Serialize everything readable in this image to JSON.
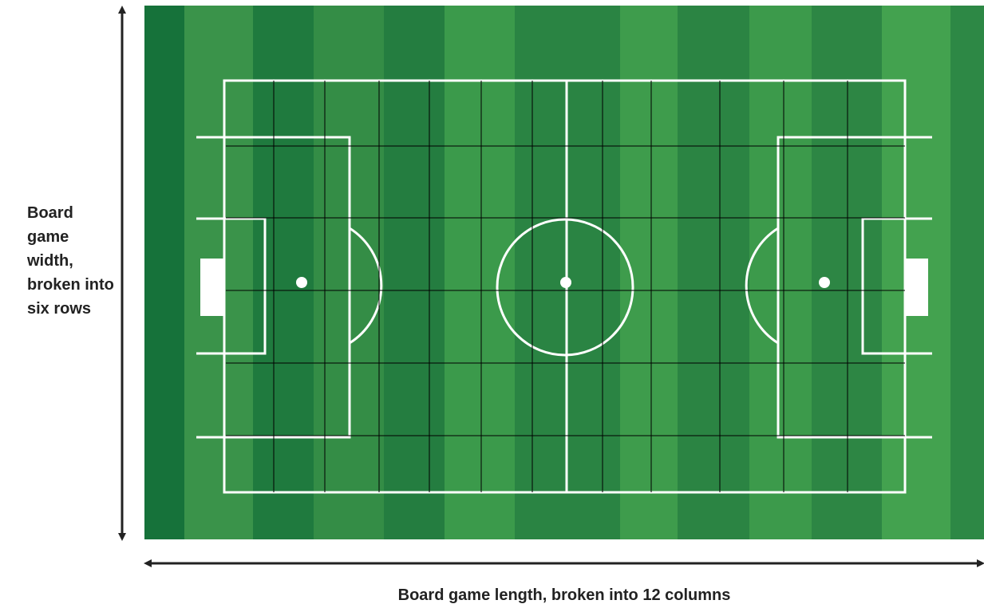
{
  "labels": {
    "width_axis": "Board game width, broken into six rows",
    "length_axis": "Board game length, broken into 12 columns"
  },
  "grid": {
    "rows": 6,
    "columns": 12
  },
  "colors": {
    "stripe_dark": "#1a7a3d",
    "stripe_light": "#3d9a49",
    "stripe_mid": "#278a40",
    "pitch_lines": "#ffffff",
    "grid_lines": "#000000",
    "arrow": "#222222"
  }
}
